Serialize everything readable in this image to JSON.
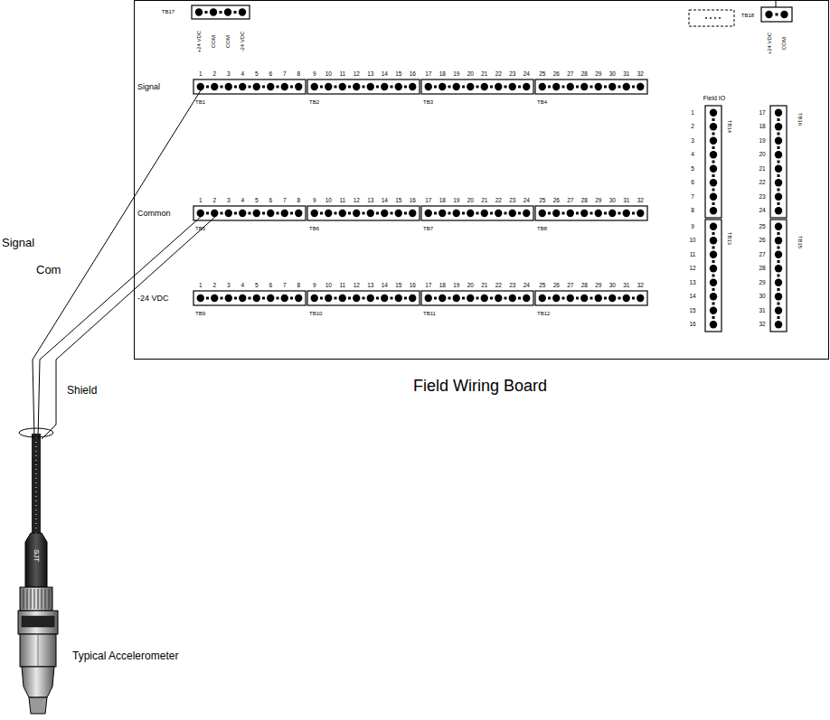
{
  "diagram": {
    "labels": [
      "TB17",
      "+24 VDC",
      "COM",
      "COM",
      "-24 VDC",
      "TB18",
      "+24 VDC",
      "COM",
      "Signal",
      "1",
      "2",
      "3",
      "4",
      "5",
      "6",
      "7",
      "8",
      "9",
      "10",
      "11",
      "12",
      "13",
      "14",
      "15",
      "16",
      "17",
      "18",
      "19",
      "20",
      "21",
      "22",
      "23",
      "24",
      "25",
      "26",
      "27",
      "28",
      "29",
      "30",
      "31",
      "32",
      "TB1",
      "TB2",
      "TB3",
      "TB4",
      "Common",
      "1",
      "2",
      "3",
      "4",
      "5",
      "6",
      "7",
      "8",
      "9",
      "10",
      "11",
      "12",
      "13",
      "14",
      "15",
      "16",
      "17",
      "18",
      "19",
      "20",
      "21",
      "22",
      "23",
      "24",
      "25",
      "26",
      "27",
      "28",
      "29",
      "30",
      "31",
      "32",
      "TB5",
      "TB6",
      "TB7",
      "TB8",
      "-24 VDC",
      "1",
      "2",
      "3",
      "4",
      "5",
      "6",
      "7",
      "8",
      "9",
      "10",
      "11",
      "12",
      "13",
      "14",
      "15",
      "16",
      "17",
      "18",
      "19",
      "20",
      "21",
      "22",
      "23",
      "24",
      "25",
      "26",
      "27",
      "28",
      "29",
      "30",
      "31",
      "32",
      "TB9",
      "TB10",
      "TB11",
      "TB12",
      "Field IO",
      "1",
      "2",
      "3",
      "4",
      "5",
      "6",
      "7",
      "8",
      "TB14",
      "9",
      "10",
      "11",
      "12",
      "13",
      "14",
      "15",
      "16",
      "TB13",
      "17",
      "18",
      "19",
      "20",
      "21",
      "22",
      "23",
      "24",
      "TB16",
      "25",
      "26",
      "27",
      "28",
      "29",
      "30",
      "31",
      "32",
      "TB15",
      "Signal",
      "Com",
      "Shield",
      "Field Wiring Board",
      "SJT",
      "Typical Accelerometer"
    ]
  }
}
